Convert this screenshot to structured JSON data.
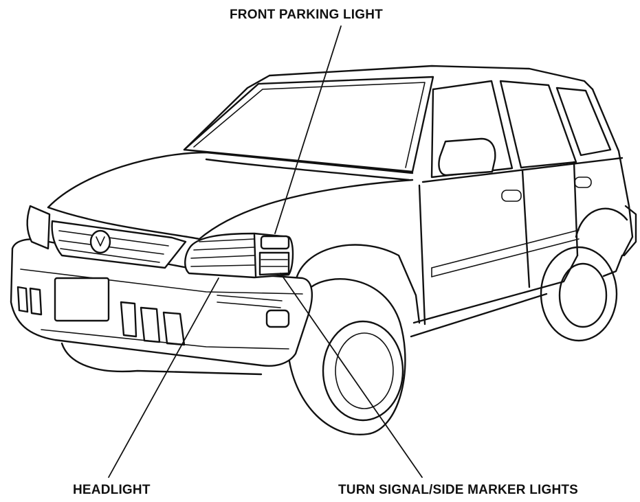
{
  "labels": {
    "front_parking_light": "FRONT PARKING LIGHT",
    "headlight": "HEADLIGHT",
    "turn_signal_side_marker": "TURN SIGNAL/SIDE MARKER LIGHTS"
  },
  "colors": {
    "line": "#111111",
    "background": "#ffffff"
  }
}
